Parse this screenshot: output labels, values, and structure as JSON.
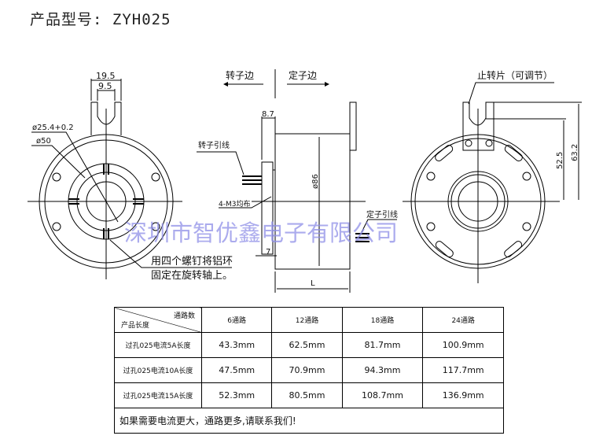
{
  "title": "产品型号: ZYH025",
  "watermark": "深圳市智优鑫电子有限公司",
  "left_view": {
    "dim_outer_width": "19.5",
    "dim_slot_width": "9.5",
    "dim_bore": "ø25.4+0.2",
    "dim_center": "ø50",
    "note_line1": "用四个螺钉将铝环",
    "note_line2": "固定在旋转轴上。"
  },
  "side_view": {
    "rotor_side": "转子边",
    "stator_side": "定子边",
    "dim_flange": "8.7",
    "rotor_leads": "转子引线",
    "screws": "4-M3均布",
    "dim_diameter": "ø86",
    "dim_7": "7",
    "stator_leads": "定子引线",
    "dim_length": "L"
  },
  "right_view": {
    "stop_tab": "止转片（可调节）",
    "dim_52": "52.5",
    "dim_63": "63.2"
  },
  "table": {
    "header_top": "通路数",
    "header_bottom": "产品长度",
    "columns": [
      "6通路",
      "12通路",
      "18通路",
      "24通路"
    ],
    "rows": [
      {
        "label": "过孔025电流5A长度",
        "values": [
          "43.3mm",
          "62.5mm",
          "81.7mm",
          "100.9mm"
        ]
      },
      {
        "label": "过孔025电流10A长度",
        "values": [
          "47.5mm",
          "70.9mm",
          "94.3mm",
          "117.7mm"
        ]
      },
      {
        "label": "过孔025电流15A长度",
        "values": [
          "52.3mm",
          "80.5mm",
          "108.7mm",
          "136.9mm"
        ]
      }
    ],
    "note": "如果需要电流更大，通路更多,请联系我们!"
  }
}
